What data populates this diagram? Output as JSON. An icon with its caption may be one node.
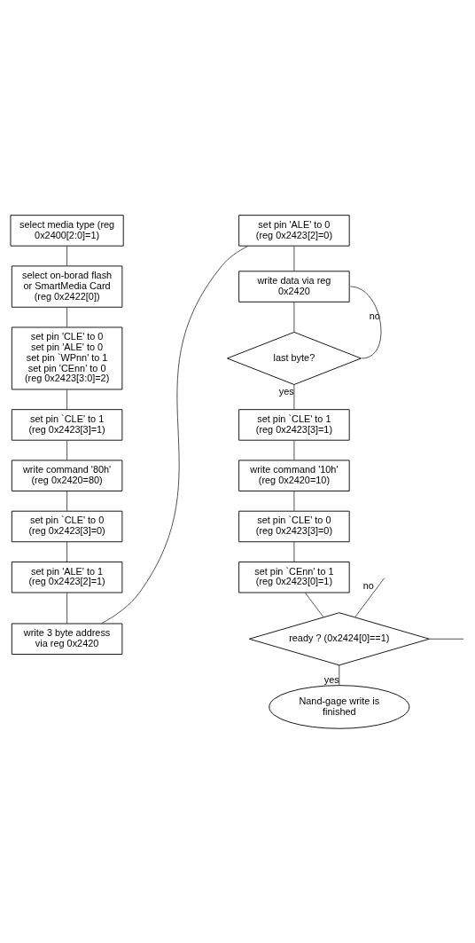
{
  "diagram": {
    "nodes": [
      {
        "text": [
          "select media type (reg 0x2400[2:0]=1)"
        ]
      },
      {
        "text": [
          "select on-borad flash or SmartMedia Card (reg 0x2422[0])"
        ]
      },
      {
        "text": [
          "set pin 'CLE' to 0 set pin 'ALE' to 0 set pin `WPnn' to 1 set pin 'CEnn' to 0 (reg 0x2423[3:0]=2)"
        ]
      },
      {
        "text": [
          "set pin `CLE' to 1 (reg 0x2423[3]=1)"
        ]
      },
      {
        "text": [
          "write command '80h' (reg 0x2420=80)"
        ]
      },
      {
        "text": [
          "set pin `CLE' to 0 (reg 0x2423[3]=0)"
        ]
      },
      {
        "text": [
          "set pin 'ALE' to 1 (reg 0x2423[2]=1)"
        ]
      },
      {
        "text": [
          "write 3 byte address via reg 0x2420"
        ]
      },
      {
        "text": [
          "set pin 'ALE' to 0 (reg 0x2423[2]=0)"
        ]
      },
      {
        "text": [
          "write data via reg 0x2420"
        ]
      },
      {
        "text": [
          "last byte?"
        ]
      },
      {
        "text": [
          "set pin `CLE' to 1 (reg 0x2423[3]=1)"
        ]
      },
      {
        "text": [
          "write command '10h' (reg 0x2420=10)"
        ]
      },
      {
        "text": [
          "set pin `CLE' to 0 (reg 0x2423[3]=0)"
        ]
      },
      {
        "text": [
          "set pin `CEnn' to 1 (reg 0x2423[0]=1)"
        ]
      },
      {
        "text": [
          "ready ? (0x2424[0]==1)"
        ]
      },
      {
        "text": [
          "Nand-gage write is finished"
        ]
      }
    ],
    "edges": [
      {
        "from": 0,
        "to": 1,
        "arrow": "none"
      },
      {
        "from": 1,
        "to": 2,
        "arrow": "none"
      },
      {
        "from": 2,
        "to": 3,
        "arrow": "none"
      },
      {
        "from": 3,
        "to": 4,
        "arrow": "none"
      },
      {
        "from": 4,
        "to": 5,
        "arrow": "none"
      },
      {
        "from": 5,
        "to": 6,
        "arrow": "none"
      },
      {
        "from": 6,
        "to": 7,
        "arrow": "none"
      },
      {
        "from": 7,
        "to": 8,
        "arrow": "none"
      },
      {
        "from": 8,
        "to": 9,
        "arrow": "none"
      },
      {
        "from": 9,
        "to": 10,
        "arrow": "none"
      },
      {
        "from": 10,
        "to": 9,
        "arrow": "none",
        "label": "no"
      },
      {
        "from": 10,
        "to": 11,
        "arrow": "none",
        "label": "yes"
      },
      {
        "from": 11,
        "to": 12,
        "arrow": "none"
      },
      {
        "from": 12,
        "to": 13,
        "arrow": "none"
      },
      {
        "from": 13,
        "to": 14,
        "arrow": "none"
      },
      {
        "from": 14,
        "to": 15,
        "arrow": "none"
      },
      {
        "from": null,
        "to": 15,
        "arrow": "none",
        "label": "no"
      },
      {
        "from": 15,
        "to": 16,
        "arrow": "none",
        "label": "yes"
      },
      {
        "from": 15,
        "to": null,
        "arrow": "none"
      }
    ]
  }
}
